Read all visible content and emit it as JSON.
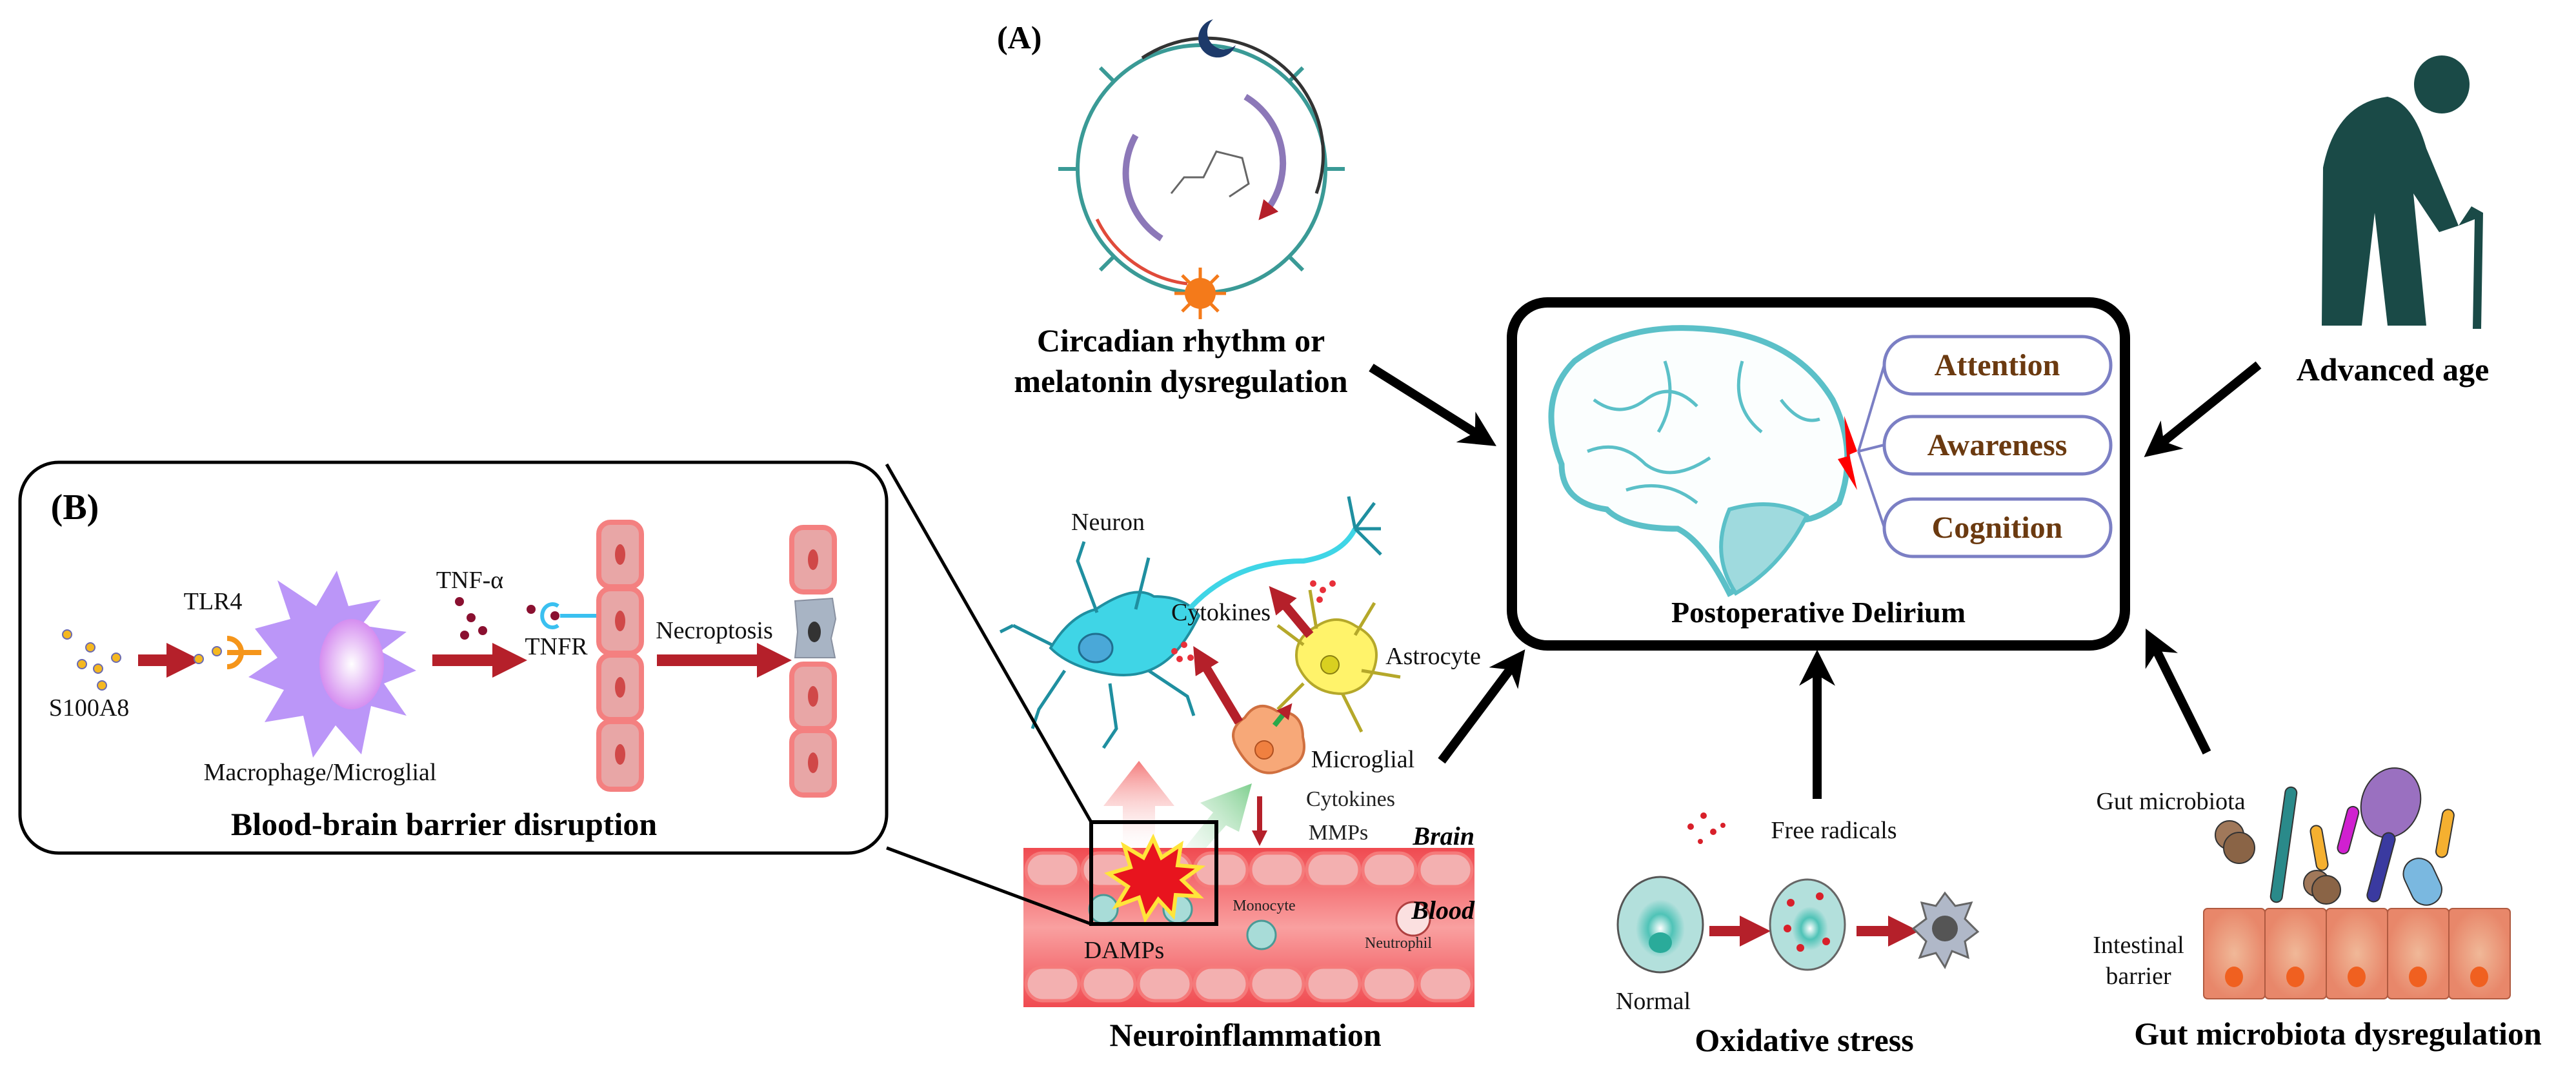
{
  "panel_a": {
    "label": "(A)",
    "circadian": {
      "title_line1": "Circadian rhythm or",
      "title_line2": "melatonin dysregulation",
      "icons": [
        "moon-icon",
        "sun-icon",
        "melatonin-molecule-icon"
      ]
    },
    "advanced_age": {
      "title": "Advanced age",
      "icon": "elderly-person-with-cane-icon",
      "color": "#1a4a47"
    },
    "delirium": {
      "title": "Postoperative Delirium",
      "domains": [
        "Attention",
        "Awareness",
        "Cognition"
      ],
      "domain_text_color": "#6b3a10",
      "pill_border_color": "#7b7fc4",
      "brain_color": "#5bc0c8"
    },
    "neuroinflammation": {
      "title": "Neuroinflammation",
      "labels": {
        "neuron": "Neuron",
        "cytokines_upper": "Cytokines",
        "astrocyte": "Astrocyte",
        "microglial": "Microglial",
        "cytokines_lower": "Cytokines",
        "mmps": "MMPs",
        "brain": "Brain",
        "blood": "Blood",
        "monocyte": "Monocyte",
        "neutrophil": "Neutrophil",
        "damps": "DAMPs"
      }
    },
    "oxidative_stress": {
      "title": "Oxidative stress",
      "free_radicals": "Free radicals",
      "normal": "Normal"
    },
    "gut": {
      "title": "Gut microbiota dysregulation",
      "gut_microbiota": "Gut microbiota",
      "intestinal_line1": "Intestinal",
      "intestinal_line2": "barrier"
    }
  },
  "panel_b": {
    "label": "(B)",
    "title": "Blood-brain barrier disruption",
    "s100a8": "S100A8",
    "tlr4": "TLR4",
    "macrophage": "Macrophage/Microglial",
    "tnf_alpha": "TNF-α",
    "tnfr": "TNFR",
    "necroptosis": "Necroptosis"
  },
  "colors": {
    "arrow_red": "#b5202a",
    "arrow_black": "#000000",
    "vessel_red": "#f25a5e"
  }
}
